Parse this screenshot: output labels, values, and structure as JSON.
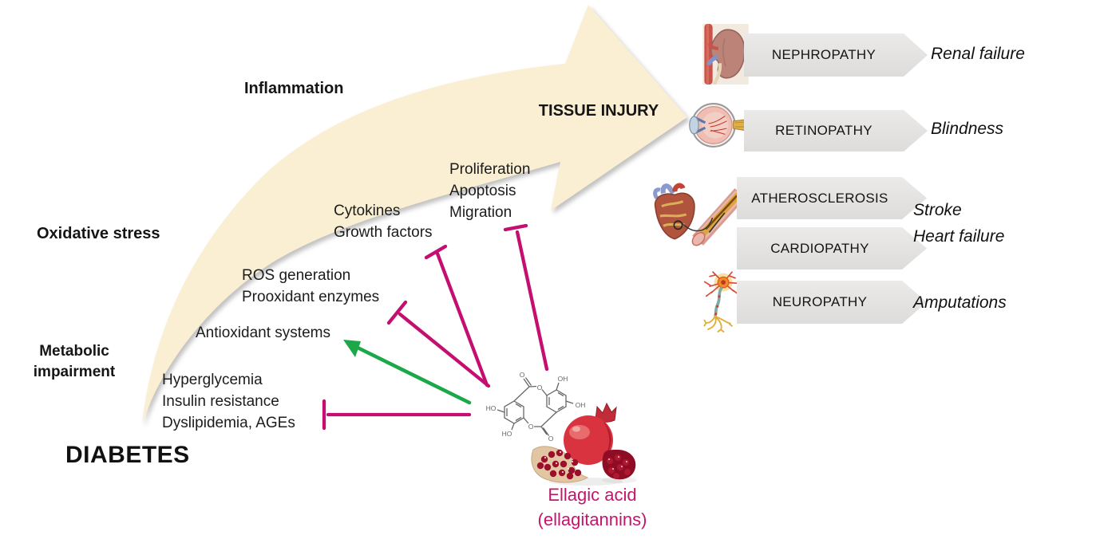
{
  "palette": {
    "arrow_fill": "#FAEFD2",
    "inhibit_magenta": "#C40E70",
    "activate_green": "#1CA849",
    "banner_gray": "#E7E6E4",
    "accent_text_magenta": "#C2156B"
  },
  "progression": {
    "start": "DIABETES",
    "end": "TISSUE INJURY",
    "stages": [
      {
        "label_lines": [
          "Metabolic",
          "impairment"
        ]
      },
      {
        "label_lines": [
          "Oxidative stress"
        ]
      },
      {
        "label_lines": [
          "Inflammation"
        ]
      }
    ]
  },
  "mediators": {
    "metabolic": [
      "Hyperglycemia",
      "Insulin resistance",
      "Dyslipidemia, AGEs"
    ],
    "antioxidant": "Antioxidant systems",
    "oxidative": [
      "ROS generation",
      "Prooxidant enzymes"
    ],
    "inflammatory": [
      "Cytokines",
      "Growth factors"
    ],
    "cellular": [
      "Proliferation",
      "Apoptosis",
      "Migration"
    ]
  },
  "source": {
    "name": "Ellagic acid",
    "form": "(ellagitannins)",
    "illustrations": [
      "ellagic-acid-structure",
      "pomegranate"
    ]
  },
  "molecule": {
    "labels": {
      "o_carbonyl_top": "O",
      "o_ring_top": "O",
      "oh_top": "OH",
      "oh_right": "OH",
      "ho_left": "HO",
      "ho_bottom": "HO",
      "o_ring_bottom": "O",
      "o_carbonyl_bottom": "O"
    }
  },
  "complications": [
    {
      "name": "NEPHROPATHY",
      "outcome": "Renal failure",
      "icon": "kidney-icon"
    },
    {
      "name": "RETINOPATHY",
      "outcome": "Blindness",
      "icon": "eye-icon"
    },
    {
      "name": "ATHEROSCLEROSIS",
      "outcome": "Stroke",
      "icon": "heart-artery-icon"
    },
    {
      "name": "CARDIOPATHY",
      "outcome": "Heart failure",
      "icon": "heart-artery-icon"
    },
    {
      "name": "NEUROPATHY",
      "outcome": "Amputations",
      "icon": "neuron-icon"
    }
  ]
}
